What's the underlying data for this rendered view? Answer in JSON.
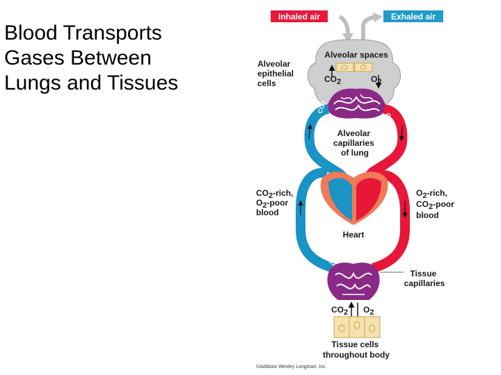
{
  "slide": {
    "title_lines": [
      "Blood Transports",
      "Gases Between",
      "Lungs and Tissues"
    ]
  },
  "diagram": {
    "inhaled_air": "Inhaled air",
    "exhaled_air": "Exhaled air",
    "alveolar_spaces": "Alveolar spaces",
    "alveolar_epithelial_cells": [
      "Alveolar",
      "epithelial",
      "cells"
    ],
    "lung_co2": "CO",
    "lung_o2": "O",
    "subscript_2": "2",
    "alveolar_capillaries": [
      "Alveolar",
      "capillaries",
      "of lung"
    ],
    "co2_rich_blood": {
      "line1": "CO",
      "line1_rest": "-rich,",
      "line2": "O",
      "line2_rest": "-poor",
      "line3": "blood"
    },
    "o2_rich_blood": {
      "line1": "O",
      "line1_rest": "-rich,",
      "line2": "CO",
      "line2_rest": "-poor",
      "line3": "blood"
    },
    "heart": "Heart",
    "tissue_capillaries": [
      "Tissue",
      "capillaries"
    ],
    "tissue_co2": "CO",
    "tissue_o2": "O",
    "tissue_cells": [
      "Tissue cells",
      "throughout body"
    ],
    "vessel_co2": "CO",
    "vessel_o2": "O",
    "copyright": "©Addison Wesley Longman, Inc."
  },
  "colors": {
    "inhaled_badge": "#e8173a",
    "exhaled_badge": "#1f9cc9",
    "deoxygenated_blood": "#1a93c5",
    "oxygenated_blood": "#e8173a",
    "capillary_purple": "#8a2a86",
    "heart_salmon": "#f07a58",
    "alveolus_gray": "#cfcfcf",
    "tissue_tan": "#f4e2b0"
  }
}
